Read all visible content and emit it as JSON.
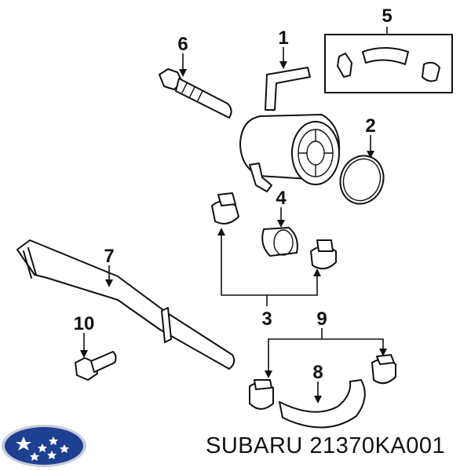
{
  "callouts": {
    "c1": "1",
    "c2": "2",
    "c3": "3",
    "c4": "4",
    "c5": "5",
    "c6": "6",
    "c7": "7",
    "c8": "8",
    "c9": "9",
    "c10": "10"
  },
  "caption": {
    "brand": "SUBARU",
    "part_number": "21370KA001"
  },
  "logo": {
    "brand": "SUBARU",
    "colors": {
      "oval": "#1f3f93",
      "stars": "#ffffff",
      "rim": "#c7ccd6"
    }
  }
}
